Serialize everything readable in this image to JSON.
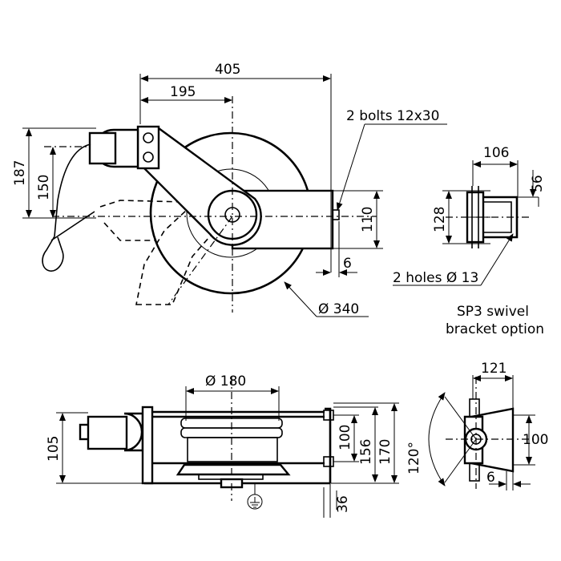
{
  "dimensions": {
    "width_405": "405",
    "width_195": "195",
    "height_187": "187",
    "height_150": "150",
    "height_110": "110",
    "offset_6_top": "6",
    "diameter_340": "Ø 340",
    "bracket_106": "106",
    "bracket_56": "56",
    "bracket_128": "128",
    "diameter_180": "Ø 180",
    "height_105": "105",
    "height_100_bottom": "100",
    "height_156": "156",
    "height_170": "170",
    "angle_120": "120°",
    "offset_36": "36",
    "width_121": "121",
    "height_100_right": "100",
    "offset_6_right": "6"
  },
  "labels": {
    "bolts": "2 bolts 12x30",
    "holes": "2 holes Ø 13",
    "option_line1": "SP3 swivel",
    "option_line2": "bracket option"
  }
}
